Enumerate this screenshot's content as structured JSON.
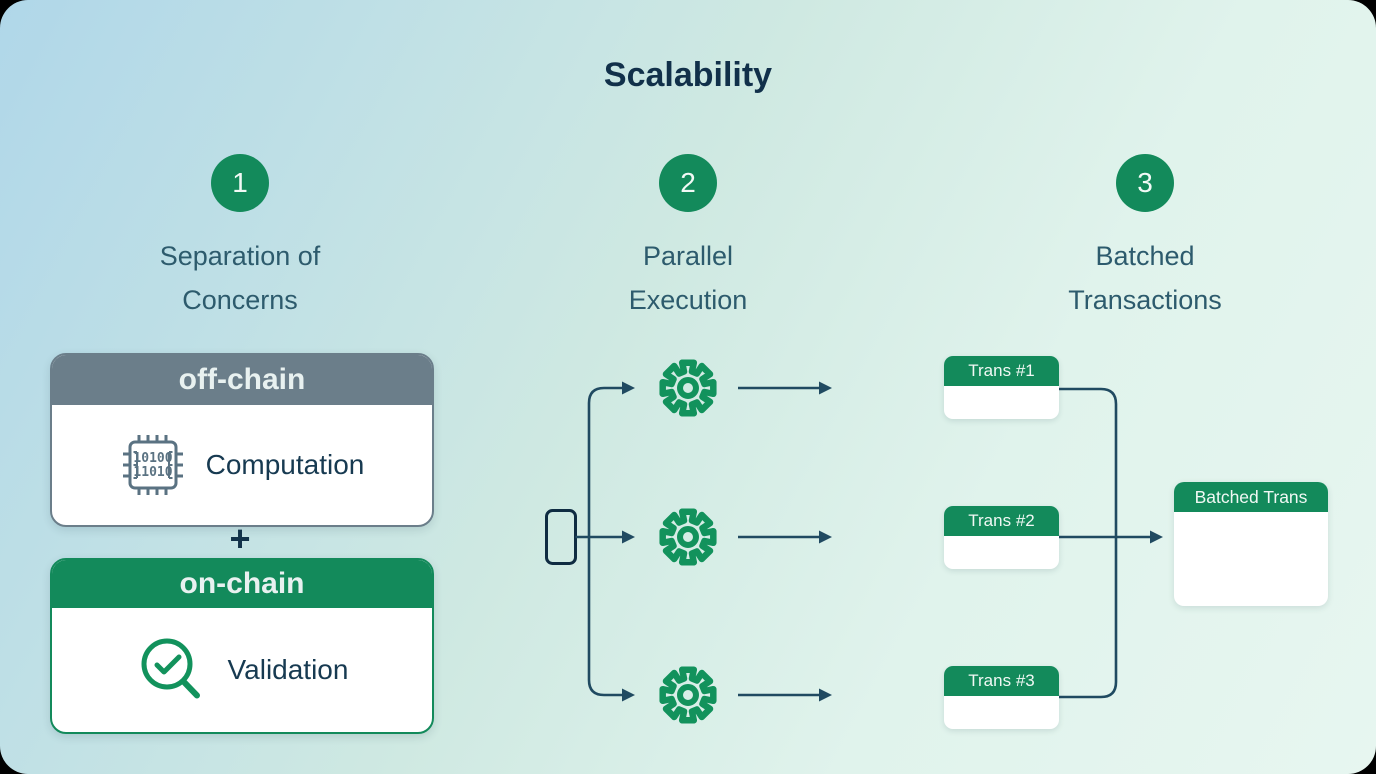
{
  "title": "Scalability",
  "steps": [
    {
      "number": "1",
      "label": "Separation of\nConcerns"
    },
    {
      "number": "2",
      "label": "Parallel\nExecution"
    },
    {
      "number": "3",
      "label": "Batched\nTransactions"
    }
  ],
  "separation": {
    "off_chain": {
      "header": "off-chain",
      "item": "Computation",
      "chip_line1": "10100",
      "chip_line2": "11010"
    },
    "plus": "+",
    "on_chain": {
      "header": "on-chain",
      "item": "Validation"
    }
  },
  "batched": {
    "transactions": [
      "Trans #1",
      "Trans #2",
      "Trans #3"
    ],
    "result": "Batched Trans"
  },
  "colors": {
    "green": "#138a5b",
    "gear_green": "#12925c",
    "gray_header": "#6b7e8a",
    "line_navy": "#204a61",
    "title_navy": "#11304a",
    "background_blue": "#b0d7e9",
    "background_mint": "#e7f6f0"
  }
}
